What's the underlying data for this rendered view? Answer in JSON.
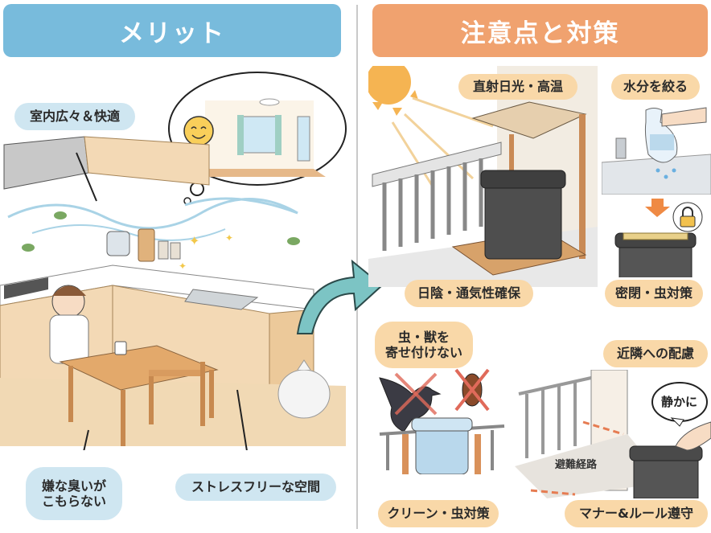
{
  "left_panel": {
    "header": "メリット",
    "header_color": "#78bbdc",
    "labels": {
      "spacious": "室内広々＆快適",
      "no_odor_line1": "嫌な臭いが",
      "no_odor_line2": "こもらない",
      "stress_free": "ストレスフリーな空間"
    },
    "illustration": {
      "thought_bubble": "spacious-bright-room-with-smiley",
      "scene": "clean-kitchen-with-relaxed-person-and-garbage-bag"
    }
  },
  "right_panel": {
    "header": "注意点と対策",
    "header_color": "#f0a26f",
    "labels": {
      "sunlight": "直射日光・高温",
      "squeeze_water": "水分を絞る",
      "shade_ventilation": "日陰・通気性確保",
      "sealed_bug": "密閉・虫対策",
      "pests_line1": "虫・獣を",
      "pests_line2": "寄せ付けない",
      "neighbors": "近隣への配慮",
      "clean_bug": "クリーン・虫対策",
      "manners_rules": "マナー&ルール遵守"
    },
    "speech_bubble": "静かに",
    "evacuation_route": "避難経路",
    "illustration": {
      "balcony_bin": "sun-shade-canopy-over-bin-on-pallet",
      "squeeze": "hand-squeezing-wet-bag-over-sink",
      "locked_bin": "bin-with-straps-and-padlock",
      "pests": "crow-and-cockroach-crossed-out",
      "manners": "balcony-evacuation-route-and-quiet-lid"
    }
  },
  "arrow": {
    "color": "#7cc4c4",
    "direction": "left-to-right"
  }
}
